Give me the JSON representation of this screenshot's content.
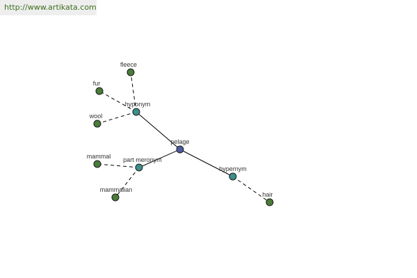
{
  "banner": {
    "url_text": "http://www.artikata.com"
  },
  "colors": {
    "root": "#4e5aa0",
    "relation": "#3c8f8a",
    "term": "#4a7c3a",
    "banner_text": "#3c6f1c"
  },
  "nodes": [
    {
      "id": "pelage",
      "label": "pelage",
      "kind": "root"
    },
    {
      "id": "hyponym",
      "label": "hyponym",
      "kind": "relation"
    },
    {
      "id": "part_meronym",
      "label": "part meronym",
      "kind": "relation"
    },
    {
      "id": "hypernym",
      "label": "hypernym",
      "kind": "relation"
    },
    {
      "id": "fleece",
      "label": "fleece",
      "kind": "term"
    },
    {
      "id": "fur",
      "label": "fur",
      "kind": "term"
    },
    {
      "id": "wool",
      "label": "wool",
      "kind": "term"
    },
    {
      "id": "mammal",
      "label": "mammal",
      "kind": "term"
    },
    {
      "id": "mammalian",
      "label": "mammalian",
      "kind": "term"
    },
    {
      "id": "hair",
      "label": "hair",
      "kind": "term"
    }
  ],
  "edges": [
    {
      "from": "pelage",
      "to": "hyponym",
      "style": "solid"
    },
    {
      "from": "pelage",
      "to": "part_meronym",
      "style": "solid"
    },
    {
      "from": "pelage",
      "to": "hypernym",
      "style": "solid"
    },
    {
      "from": "hyponym",
      "to": "fleece",
      "style": "dashed"
    },
    {
      "from": "hyponym",
      "to": "fur",
      "style": "dashed"
    },
    {
      "from": "hyponym",
      "to": "wool",
      "style": "dashed"
    },
    {
      "from": "part_meronym",
      "to": "mammal",
      "style": "dashed"
    },
    {
      "from": "part_meronym",
      "to": "mammalian",
      "style": "dashed"
    },
    {
      "from": "hypernym",
      "to": "hair",
      "style": "dashed"
    }
  ]
}
